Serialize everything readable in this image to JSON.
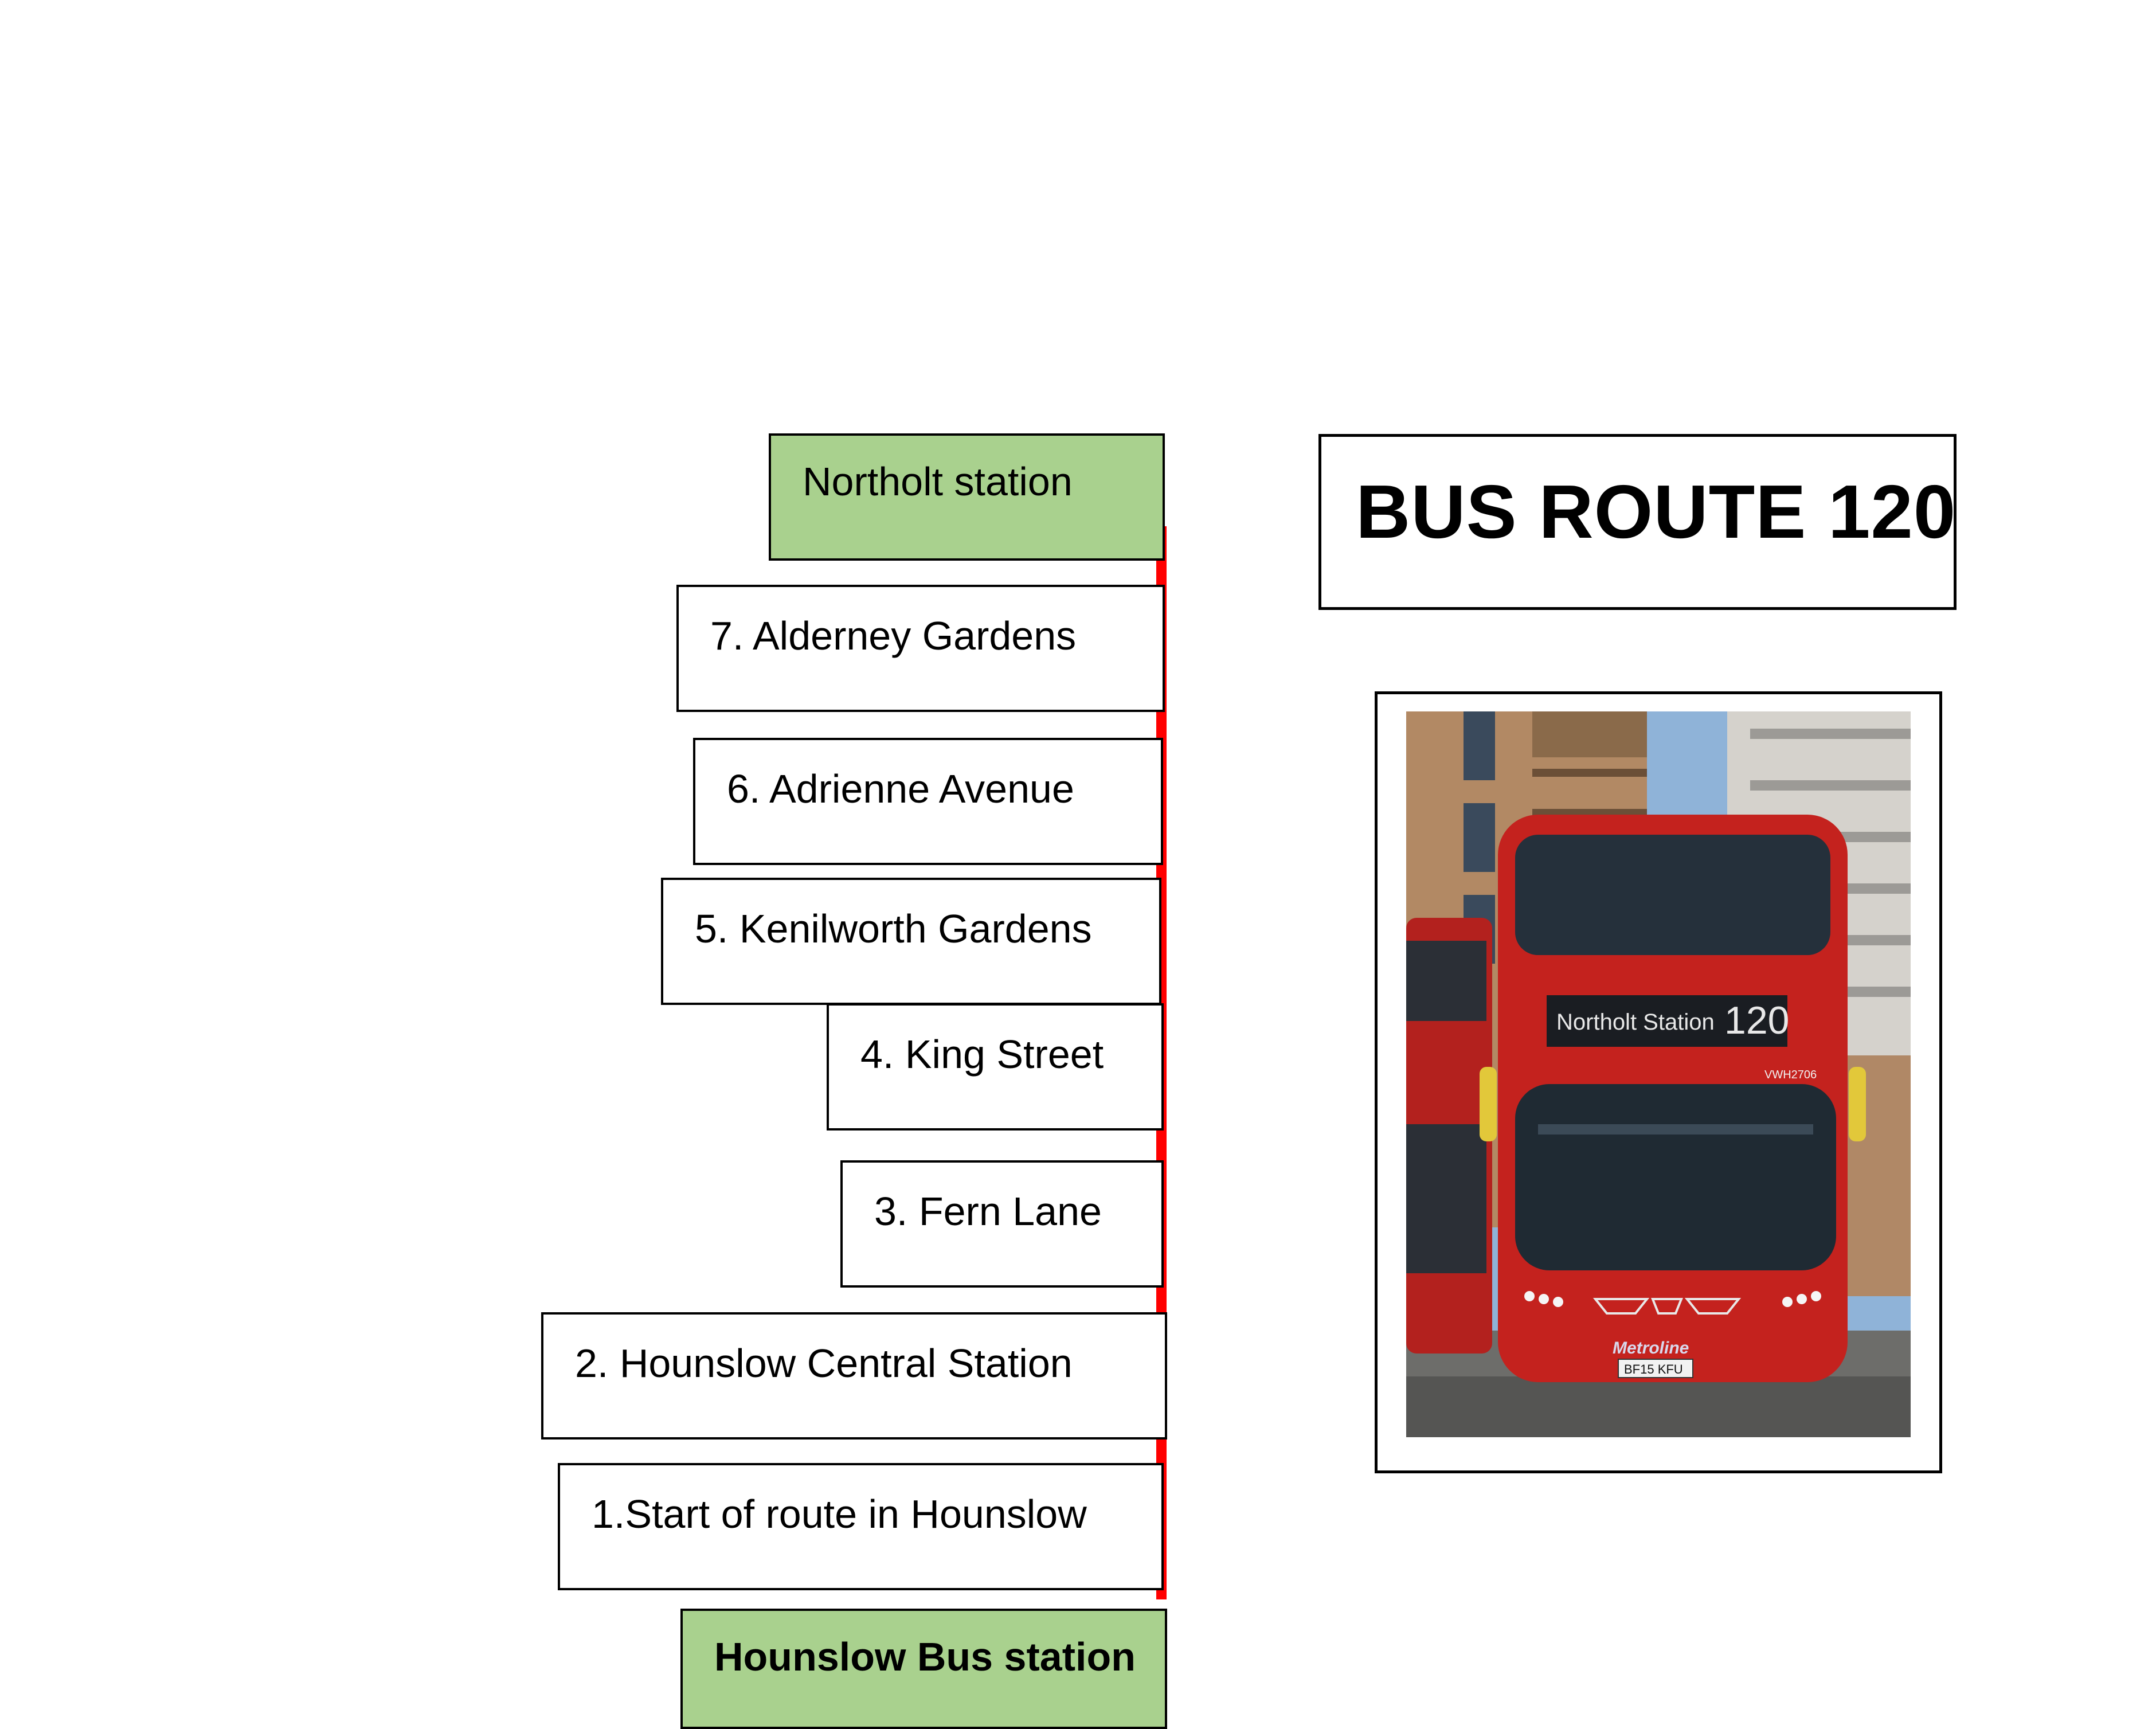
{
  "route": {
    "title": "BUS ROUTE 120",
    "line_color": "#ff0000",
    "terminus_color": "#a9d18e",
    "destination": "Northolt station",
    "stops": [
      "7. Alderney Gardens",
      "6. Adrienne Avenue",
      "5. Kenilworth Gardens",
      "4. King Street",
      "3. Fern Lane",
      "2. Hounslow Central Station",
      "1.Start of route in Hounslow"
    ],
    "origin": "Hounslow Bus station"
  },
  "photo": {
    "destination_display": "Northolt Station",
    "route_number_display": "120",
    "fleet_number": "VWH2706",
    "operator": "Metroline",
    "registration_plate": "BF15 KFU"
  }
}
